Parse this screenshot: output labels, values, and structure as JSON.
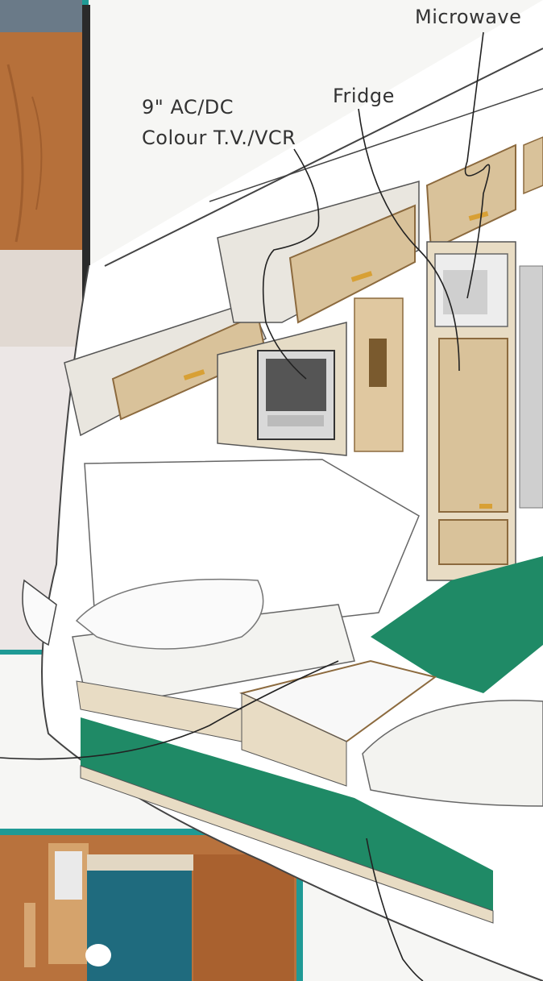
{
  "labels": {
    "microwave": "Microwave",
    "fridge": "Fridge",
    "tv_line1": "9\" AC/DC",
    "tv_line2": "Colour T.V./VCR"
  },
  "colors": {
    "wood": "#d9c29a",
    "wood_dark": "#b48b55",
    "green_carpet": "#1f8a66",
    "teal_border": "#1f9a95",
    "cushion": "#f3f3f0",
    "photo_wood": "#b6703a"
  }
}
